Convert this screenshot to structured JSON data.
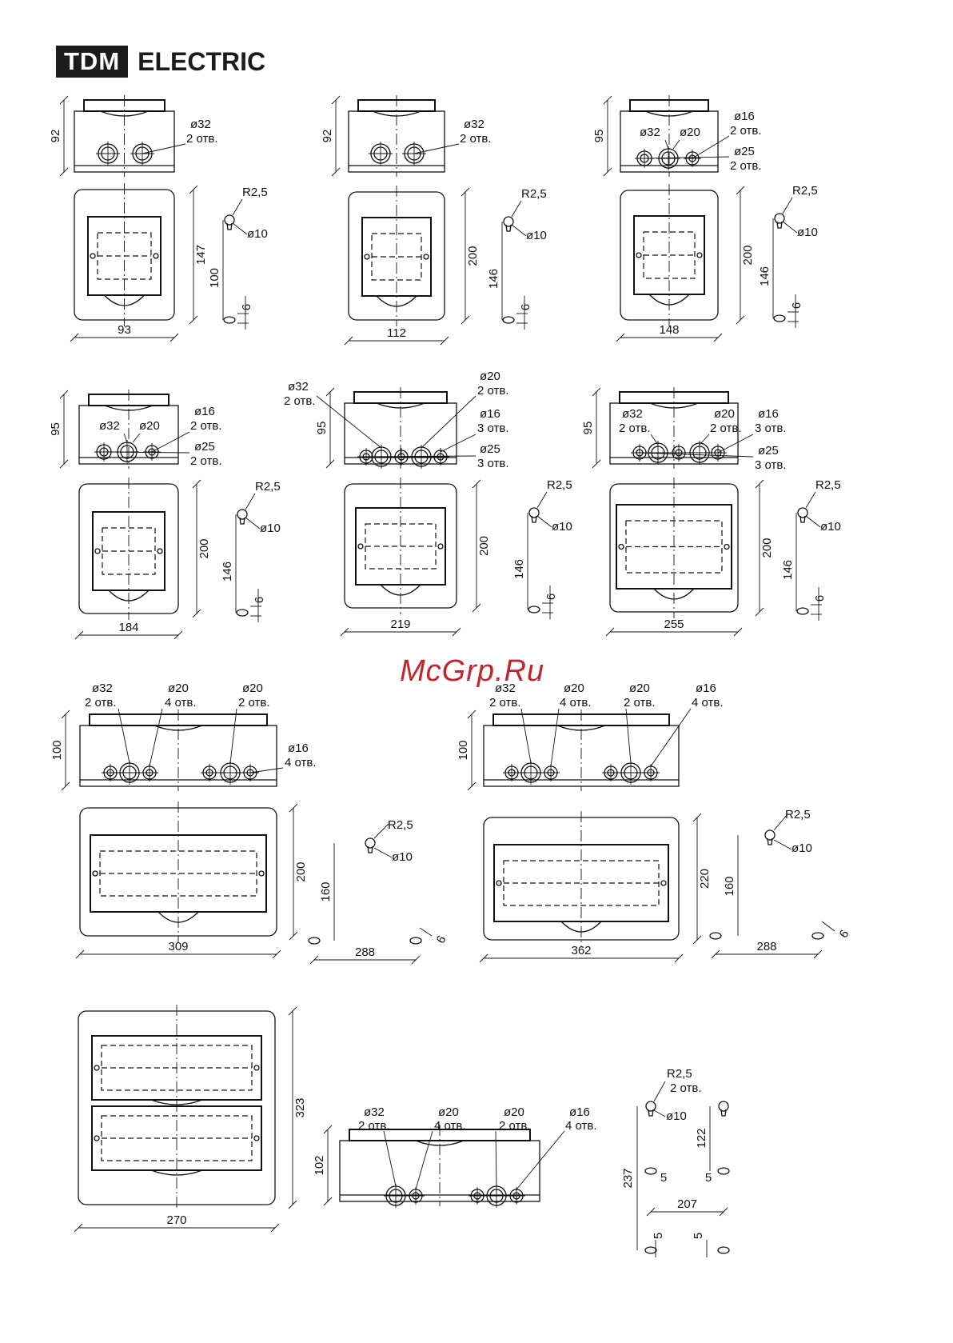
{
  "brand": {
    "mark": "TDM",
    "name": "ELECTRIC"
  },
  "watermark": "McGrp.Ru",
  "hole_labels": {
    "d32": "ø32",
    "d20": "ø20",
    "d16": "ø16",
    "d25": "ø25",
    "d10": "ø10",
    "r25": "R2,5",
    "h2": "2 отв.",
    "h3": "3 отв.",
    "h4": "4 отв."
  },
  "panels": [
    {
      "id": "p1",
      "width": "93",
      "height": "147",
      "depth": "92",
      "mount_v": "100",
      "mount_s": "6"
    },
    {
      "id": "p2",
      "width": "112",
      "height": "200",
      "depth": "92",
      "mount_v": "146",
      "mount_s": "6"
    },
    {
      "id": "p3",
      "width": "148",
      "height": "200",
      "depth": "95",
      "mount_v": "146",
      "mount_s": "6"
    },
    {
      "id": "p4",
      "width": "184",
      "height": "200",
      "depth": "95",
      "mount_v": "146",
      "mount_s": "6"
    },
    {
      "id": "p5",
      "width": "219",
      "height": "200",
      "depth": "95",
      "mount_v": "146",
      "mount_s": "6"
    },
    {
      "id": "p6",
      "width": "255",
      "height": "200",
      "depth": "95",
      "mount_v": "146",
      "mount_s": "6"
    },
    {
      "id": "p7",
      "width": "309",
      "height": "200",
      "depth": "100",
      "mount_v": "160",
      "mount_h": "288",
      "mount_s": "6"
    },
    {
      "id": "p8",
      "width": "362",
      "height": "220",
      "depth": "100",
      "mount_v": "160",
      "mount_h": "288",
      "mount_s": "6"
    },
    {
      "id": "p9",
      "width": "270",
      "height": "323",
      "depth": "102",
      "mount_total": "237",
      "mount_upper": "122",
      "mount_h": "207",
      "mount_s": "5"
    }
  ]
}
